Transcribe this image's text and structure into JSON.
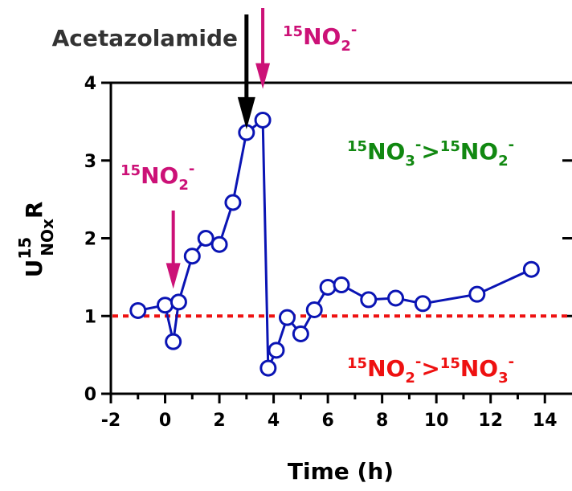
{
  "chart_data": {
    "type": "line",
    "xlabel": "Time (h)",
    "ylabel": {
      "main": "U",
      "sup": "15",
      "sub": "NOx",
      "tail": "R"
    },
    "xlim": [
      -2,
      15
    ],
    "ylim": [
      0,
      4
    ],
    "x_ticks": [
      -2,
      0,
      2,
      4,
      6,
      8,
      10,
      12,
      14
    ],
    "y_ticks": [
      0,
      1,
      2,
      3,
      4
    ],
    "grid": false,
    "series": [
      {
        "color": "#0a14b4",
        "marker": "open-circle",
        "points": [
          [
            -1,
            1.07
          ],
          [
            0,
            1.14
          ],
          [
            0.3,
            0.67
          ],
          [
            0.5,
            1.18
          ],
          [
            1,
            1.77
          ],
          [
            1.5,
            2.0
          ],
          [
            2,
            1.92
          ],
          [
            2.5,
            2.46
          ],
          [
            3,
            3.36
          ],
          [
            3.6,
            3.52
          ],
          [
            3.8,
            0.33
          ],
          [
            4.1,
            0.56
          ],
          [
            4.5,
            0.98
          ],
          [
            5,
            0.77
          ],
          [
            5.5,
            1.08
          ],
          [
            6,
            1.37
          ],
          [
            6.5,
            1.4
          ],
          [
            7.5,
            1.21
          ],
          [
            8.5,
            1.23
          ],
          [
            9.5,
            1.16
          ],
          [
            11.5,
            1.28
          ],
          [
            13.5,
            1.6
          ]
        ]
      }
    ],
    "reference_line": {
      "y": 1,
      "color": "#ee1111",
      "style": "dotted"
    },
    "annotations": [
      {
        "id": "acetazolamide",
        "text": "Acetazolamide",
        "color": "#333333",
        "arrow_x": 3,
        "arrow_y_end": 3.36
      },
      {
        "id": "no2-top",
        "base": "15",
        "main": "NO",
        "sub": "2",
        "sup": "-",
        "color": "#cc1177",
        "arrow_x": 3.6,
        "arrow_y_end": 3.9
      },
      {
        "id": "no2-left",
        "base": "15",
        "main": "NO",
        "sub": "2",
        "sup": "-",
        "color": "#cc1177",
        "arrow_x": 0.3,
        "arrow_y_end": 1.35
      }
    ],
    "region_labels": {
      "upper": {
        "a_base": "15",
        "a_main": "NO",
        "a_sub": "3",
        "a_sup": "-",
        "op": ">",
        "b_base": "15",
        "b_main": "NO",
        "b_sub": "2",
        "b_sup": "-",
        "color": "#118811"
      },
      "lower": {
        "a_base": "15",
        "a_main": "NO",
        "a_sub": "2",
        "a_sup": "-",
        "op": ">",
        "b_base": "15",
        "b_main": "NO",
        "b_sub": "3",
        "b_sup": "-",
        "color": "#ee1111"
      }
    }
  },
  "colors": {
    "axis": "#000000"
  }
}
